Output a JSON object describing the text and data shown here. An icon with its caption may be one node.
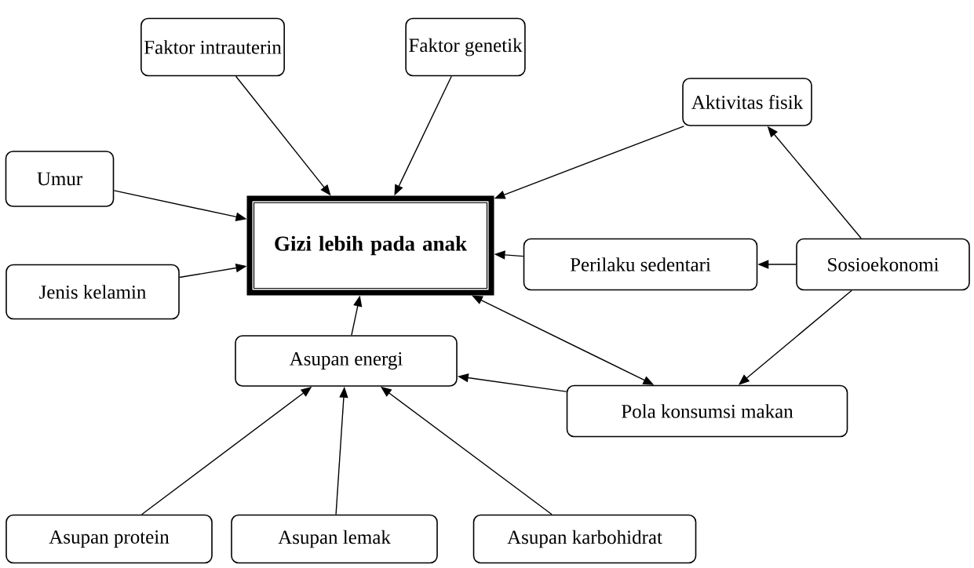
{
  "diagram": {
    "nodes": [
      {
        "text": [
          "Faktor intrauterin"
        ]
      },
      {
        "text": [
          "Faktor genetik"
        ]
      },
      {
        "text": [
          "Aktivitas fisik"
        ]
      },
      {
        "text": [
          "Umur"
        ]
      },
      {
        "text": [
          "Gizi lebih pada anak"
        ]
      },
      {
        "text": [
          "Perilaku sedentari"
        ]
      },
      {
        "text": [
          "Sosioekonomi"
        ]
      },
      {
        "text": [
          "Jenis kelamin"
        ]
      },
      {
        "text": [
          "Asupan energi"
        ]
      },
      {
        "text": [
          "Pola konsumsi makan"
        ]
      },
      {
        "text": [
          "Asupan protein"
        ]
      },
      {
        "text": [
          "Asupan lemak"
        ]
      },
      {
        "text": [
          "Asupan karbohidrat"
        ]
      }
    ],
    "edges": [
      {
        "from": 0,
        "to": 4,
        "arrow": "to"
      },
      {
        "from": 1,
        "to": 4,
        "arrow": "to"
      },
      {
        "from": 2,
        "to": 4,
        "arrow": "to"
      },
      {
        "from": 3,
        "to": 4,
        "arrow": "to"
      },
      {
        "from": 7,
        "to": 4,
        "arrow": "to"
      },
      {
        "from": 5,
        "to": 4,
        "arrow": "to"
      },
      {
        "from": 6,
        "to": 5,
        "arrow": "to"
      },
      {
        "from": 6,
        "to": 2,
        "arrow": "to"
      },
      {
        "from": 6,
        "to": 9,
        "arrow": "to"
      },
      {
        "from": 4,
        "to": 9,
        "arrow": "both"
      },
      {
        "from": 8,
        "to": 4,
        "arrow": "to"
      },
      {
        "from": 9,
        "to": 8,
        "arrow": "to"
      },
      {
        "from": 10,
        "to": 8,
        "arrow": "to"
      },
      {
        "from": 11,
        "to": 8,
        "arrow": "to"
      },
      {
        "from": 12,
        "to": 8,
        "arrow": "to"
      }
    ]
  }
}
